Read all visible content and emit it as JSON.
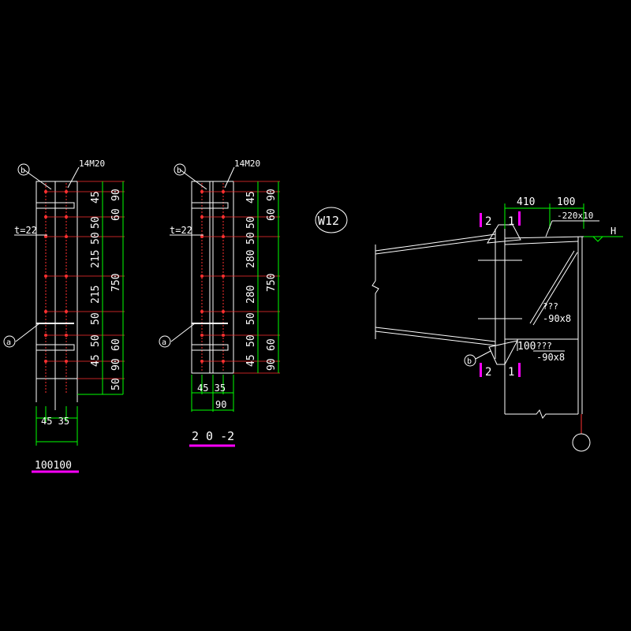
{
  "colors": {
    "background": "#000000",
    "outline": "#ffffff",
    "dimension": "#00ff00",
    "bolt": "#ff3030",
    "section": "#ff00ff",
    "text": "#ffffff"
  },
  "view1": {
    "bolt_label": "14M20",
    "plate_thickness": "t=22",
    "label_b": "b",
    "label_a": "a",
    "dims_inner": [
      "45",
      "50",
      "50",
      "215",
      "215",
      "50",
      "50",
      "45"
    ],
    "dims_outer": [
      "90",
      "60",
      "750",
      "60",
      "90"
    ],
    "dim_extra": "50",
    "dim_bottom": "45 35",
    "title": "100100"
  },
  "view2": {
    "bolt_label": "14M20",
    "plate_thickness": "t=22",
    "label_b": "b",
    "label_a": "a",
    "dims_inner": [
      "45",
      "50",
      "50",
      "280",
      "280",
      "50",
      "50",
      "45"
    ],
    "dims_outer": [
      "90",
      "60",
      "750",
      "60",
      "90"
    ],
    "dim_bottom": "45 35",
    "dim_bottom2": "90",
    "title": "2 0 -2"
  },
  "view3": {
    "tag": "W12",
    "dim_top_left": "410",
    "dim_top_right": "100",
    "plate_top": "-220x10",
    "level": "H",
    "stiffener_q": "???",
    "stiffener": "-90x8",
    "dim_mid": "100",
    "stiffener_q2": "???",
    "stiffener2": "-90x8",
    "label_b": "b",
    "section_1": "1",
    "section_2": "2"
  }
}
